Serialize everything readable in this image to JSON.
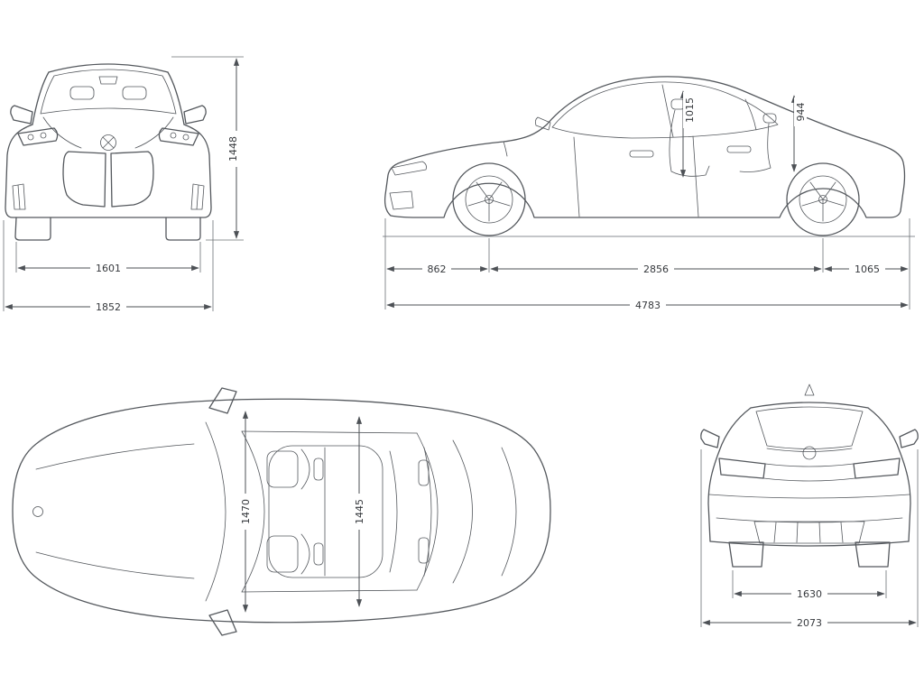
{
  "colors": {
    "line": "#54585d",
    "text": "#36393d",
    "background": "#ffffff"
  },
  "views": {
    "front": {
      "name": "front-view",
      "dims": {
        "height": "1448",
        "track": "1601",
        "width": "1852"
      }
    },
    "side": {
      "name": "side-view",
      "dims": {
        "front_headroom": "1015",
        "rear_headroom": "944",
        "front_overhang": "862",
        "wheelbase": "2856",
        "rear_overhang": "1065",
        "length": "4783"
      }
    },
    "top": {
      "name": "top-view",
      "dims": {
        "front_interior_width": "1470",
        "rear_interior_width": "1445"
      }
    },
    "rear": {
      "name": "rear-view",
      "dims": {
        "track": "1630",
        "overall_width": "2073"
      }
    }
  }
}
